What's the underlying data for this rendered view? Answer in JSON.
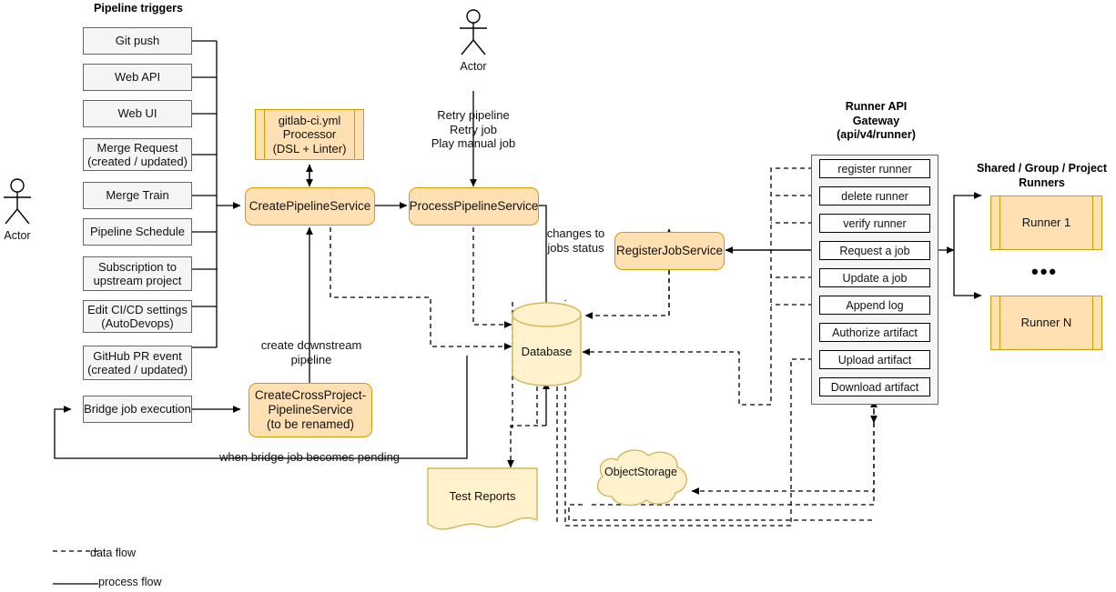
{
  "diagram": {
    "title_triggers": "Pipeline triggers",
    "title_gateway": "Runner API\nGateway\n(api/v4/runner)",
    "title_runners": "Shared / Group / Project\nRunners"
  },
  "actors": [
    {
      "name": "actor-left",
      "label": "Actor"
    },
    {
      "name": "actor-top",
      "label": "Actor"
    }
  ],
  "triggers": [
    {
      "label": "Git push"
    },
    {
      "label": "Web API"
    },
    {
      "label": "Web UI"
    },
    {
      "label": "Merge Request\n(created / updated)"
    },
    {
      "label": "Merge Train"
    },
    {
      "label": "Pipeline Schedule"
    },
    {
      "label": "Subscription to\nupstream project"
    },
    {
      "label": "Edit CI/CD settings\n(AutoDevops)"
    },
    {
      "label": "GitHub PR event\n(created / updated)"
    },
    {
      "label": "Bridge job execution"
    }
  ],
  "services": {
    "yml_processor": "gitlab-ci.yml\nProcessor\n(DSL + Linter)",
    "create_pipeline": "CreatePipelineService",
    "process_pipeline": "ProcessPipelineService",
    "register_job": "RegisterJobService",
    "cross_project": "CreateCrossProject-\nPipelineService\n(to be renamed)"
  },
  "stores": {
    "database": "Database",
    "test_reports": "Test Reports",
    "object_storage": "ObjectStorage"
  },
  "edge_labels": {
    "retry": "Retry pipeline\nRetry job\nPlay manual job",
    "changes_to_jobs_status": "changes to\njobs status",
    "create_downstream": "create downstream\npipeline",
    "bridge_pending": "when bridge job becomes pending"
  },
  "api_gateway": {
    "endpoints": [
      {
        "label": "register runner"
      },
      {
        "label": "delete runner"
      },
      {
        "label": "verify runner"
      },
      {
        "label": "Request a job"
      },
      {
        "label": "Update a job"
      },
      {
        "label": "Append log"
      },
      {
        "label": "Authorize artifact"
      },
      {
        "label": "Upload artifact"
      },
      {
        "label": "Download artifact"
      }
    ]
  },
  "runners": {
    "items": [
      {
        "label": "Runner 1"
      },
      {
        "label": "Runner N"
      }
    ],
    "ellipsis": "•••"
  },
  "legend": [
    {
      "label": "data flow",
      "style": "dashed"
    },
    {
      "label": "process flow",
      "style": "solid"
    }
  ],
  "colors": {
    "service_fill": "#ffe0b2",
    "service_stroke": "#d79b00",
    "store_fill": "#fff2cc",
    "store_stroke": "#d6b656",
    "trigger_fill": "#f5f5f5",
    "trigger_stroke": "#666666",
    "line": "#000000"
  }
}
